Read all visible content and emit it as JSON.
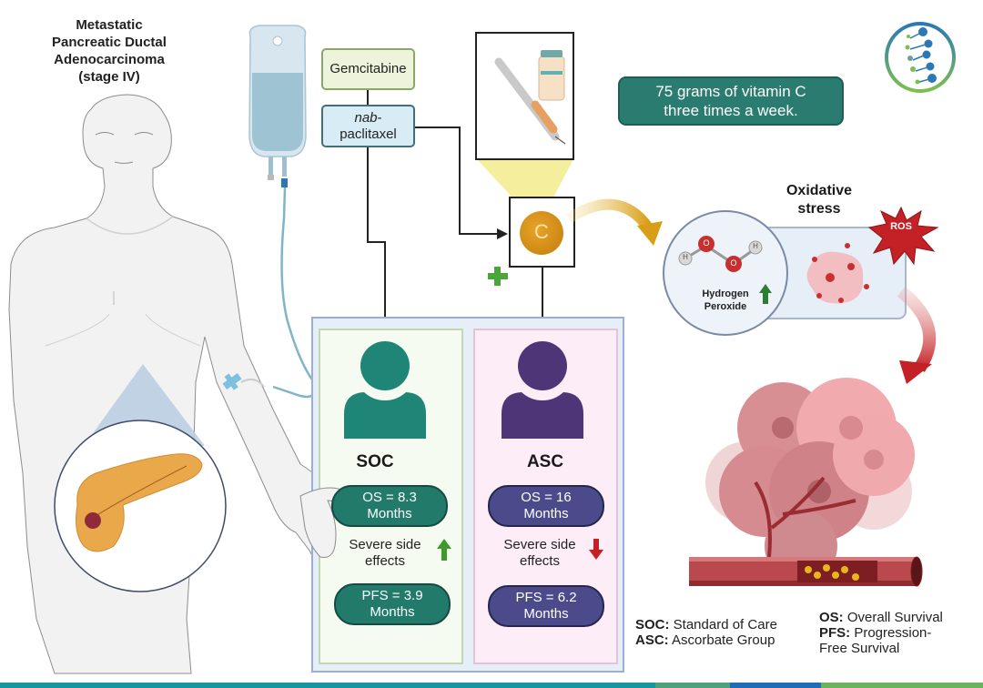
{
  "title": {
    "lines": [
      "Metastatic",
      "Pancreatic Ductal",
      "Adenocarcinoma",
      "(stage IV)"
    ]
  },
  "treatments": {
    "gemcitabine": "Gemcitabine",
    "nab_prefix": "nab",
    "nab_suffix": "-",
    "paclitaxel": "paclitaxel"
  },
  "dose": {
    "line1": "75 grams of vitamin C",
    "line2": "three times a week."
  },
  "vitamin_c_symbol": "C",
  "oxidative_stress": {
    "title_line1": "Oxidative",
    "title_line2": "stress",
    "molecule_atoms": [
      "H",
      "O",
      "O",
      "H"
    ],
    "h2o2_line1": "Hydrogen",
    "h2o2_line2": "Peroxide",
    "h2o2_trend": "up",
    "ros_label": "ROS"
  },
  "groups": {
    "soc": {
      "label": "SOC",
      "os_line1": "OS = 8.3",
      "os_line2": "Months",
      "side_line1": "Severe side",
      "side_line2": "effects",
      "side_trend": "up",
      "pfs_line1": "PFS = 3.9",
      "pfs_line2": "Months",
      "color": "#1f8577"
    },
    "asc": {
      "label": "ASC",
      "os_line1": "OS = 16",
      "os_line2": "Months",
      "side_line1": "Severe side",
      "side_line2": "effects",
      "side_trend": "down",
      "pfs_line1": "PFS = 6.2",
      "pfs_line2": "Months",
      "color": "#4e3577"
    }
  },
  "legend": {
    "soc_abbr": "SOC:",
    "soc_text": "Standard of Care",
    "asc_abbr": "ASC:",
    "asc_text": "Ascorbate Group",
    "os_abbr": "OS:",
    "os_text": "Overall Survival",
    "pfs_abbr": "PFS:",
    "pfs_text_line1": "Progression-",
    "pfs_text_line2": "Free Survival"
  },
  "colors": {
    "up_arrow": "#3f9a2e",
    "down_arrow": "#c52026",
    "plus": "#4aa63a",
    "footer": [
      "#1596a0",
      "#4fa07d",
      "#1f6cb8",
      "#6ab45c"
    ]
  }
}
